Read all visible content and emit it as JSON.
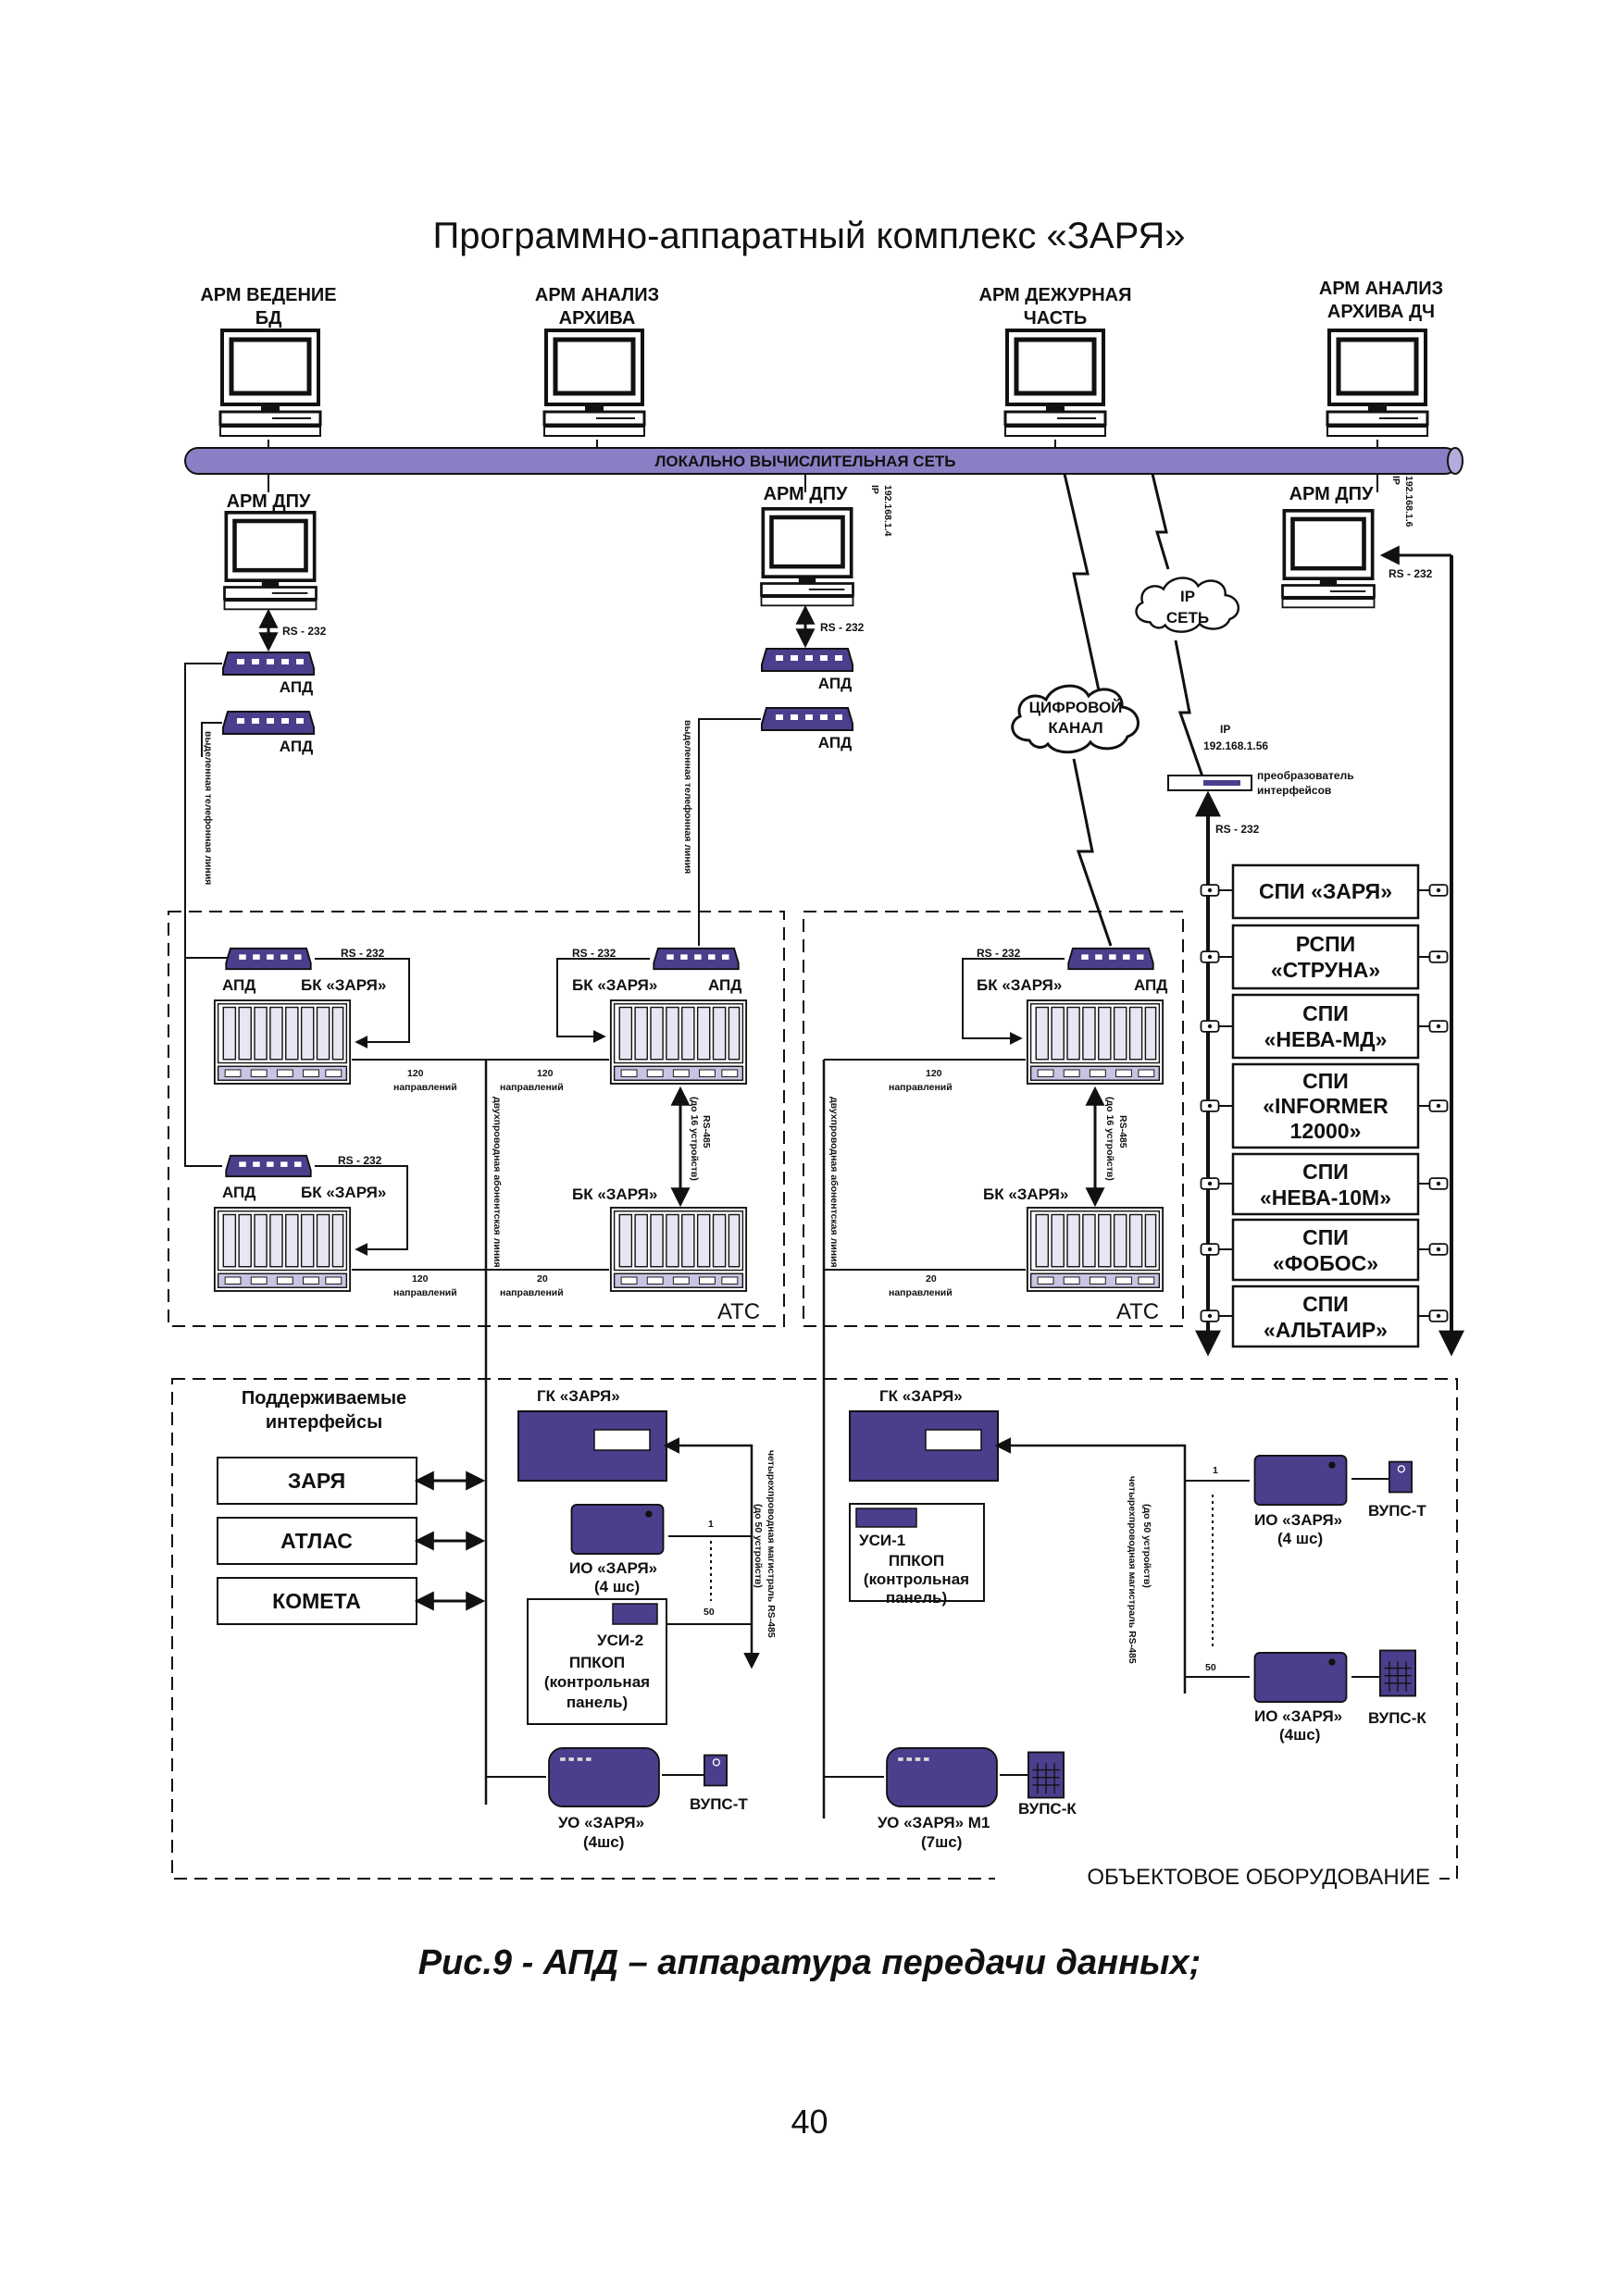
{
  "title": "Программно-аппаратный комплекс «ЗАРЯ»",
  "workstations_top": [
    {
      "line1": "АРМ ВЕДЕНИЕ",
      "line2": "БД"
    },
    {
      "line1": "АРМ АНАЛИЗ",
      "line2": "АРХИВА"
    },
    {
      "line1": "АРМ ДЕЖУРНАЯ",
      "line2": "ЧАСТЬ"
    },
    {
      "line1": "АРМ АНАЛИЗ",
      "line2": "АРХИВА ДЧ"
    }
  ],
  "lan_label": "ЛОКАЛЬНО ВЫЧИСЛИТЕЛЬНАЯ СЕТЬ",
  "dpu_label": "АРМ ДПУ",
  "ip_label": "IP",
  "ip_dpu2": "192.168.1.4",
  "ip_dpu3": "192.168.1.6",
  "ip_converter": "192.168.1.56",
  "rs232": "RS - 232",
  "rs485": "RS-485",
  "up_to_16": "(до 16 устройств)",
  "apd": "АПД",
  "bk_zarya": "БК «ЗАРЯ»",
  "leased_line": "выделенная телефонная линия",
  "two_wire_line": "двухпроводная абонентская линия",
  "four_wire_bus": "четырехпроводная магистраль RS-485",
  "up_to_50": "(до 50 устройств)",
  "directions_120": "120",
  "directions_20": "20",
  "directions_word": "направлений",
  "ats": "АТС",
  "digital_channel": {
    "line1": "ЦИФРОВОЙ",
    "line2": "КАНАЛ"
  },
  "ip_net": {
    "line1": "IP",
    "line2": "СЕТЬ"
  },
  "converter": {
    "line1": "преобразователь",
    "line2": "интерфейсов"
  },
  "systems": [
    {
      "lines": [
        "СПИ «ЗАРЯ»"
      ]
    },
    {
      "lines": [
        "РСПИ",
        "«СТРУНА»"
      ]
    },
    {
      "lines": [
        "СПИ",
        "«НЕВА-МД»"
      ]
    },
    {
      "lines": [
        "СПИ",
        "«INFORMER",
        "12000»"
      ]
    },
    {
      "lines": [
        "СПИ",
        "«НЕВА-10М»"
      ]
    },
    {
      "lines": [
        "СПИ",
        "«ФОБОС»"
      ]
    },
    {
      "lines": [
        "СПИ",
        "«АЛЬТАИР»"
      ]
    }
  ],
  "supported": {
    "line1": "Поддерживаемые",
    "line2": "интерфейсы"
  },
  "interfaces": [
    "ЗАРЯ",
    "АТЛАС",
    "КОМЕТА"
  ],
  "gk_zarya": "ГК «ЗАРЯ»",
  "io_zarya": "ИО «ЗАРЯ»",
  "io_4shs": "(4 шс)",
  "io_4shs_b": "(4шс)",
  "usi2": "УСИ-2",
  "usi1": "УСИ-1",
  "ppkop": {
    "line1": "ППКОП",
    "line2": "(контрольная",
    "line3": "панель)"
  },
  "uo_zarya": "УО «ЗАРЯ»",
  "uo_4shs": "(4шс)",
  "uo_m1": "УО «ЗАРЯ» М1",
  "uo_7shs": "(7шс)",
  "vups_t": "ВУПС-Т",
  "vups_k": "ВУПС-К",
  "n1": "1",
  "n50": "50",
  "object_equipment": "ОБЪЕКТОВОЕ ОБОРУДОВАНИЕ",
  "caption": "Рис.9 - АПД – аппаратура передачи данных;",
  "page_number": "40",
  "colors": {
    "device": "#4a3f8c",
    "lan": "#8a7fc4",
    "line": "#111111"
  }
}
